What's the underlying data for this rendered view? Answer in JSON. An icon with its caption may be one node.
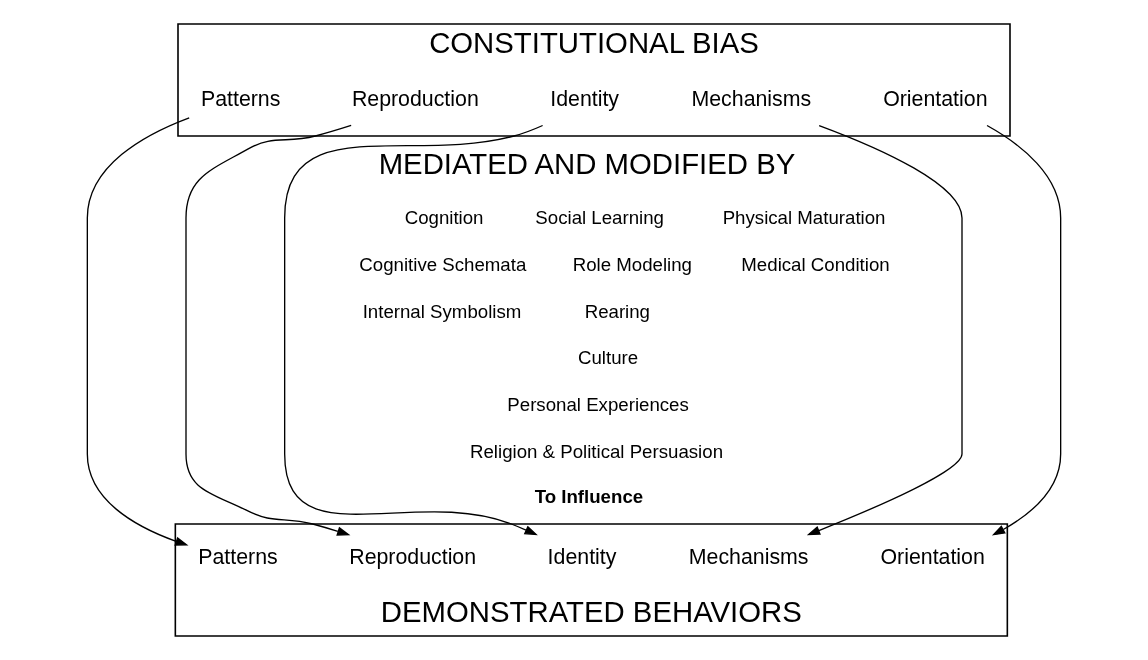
{
  "diagram": {
    "nodes": [
      {
        "text": [
          "CONSTITUTIONAL BIAS"
        ]
      },
      {
        "text": [
          "Patterns"
        ],
        "in": 0
      },
      {
        "text": [
          "Reproduction"
        ],
        "in": 0
      },
      {
        "text": [
          "Identity"
        ],
        "in": 0
      },
      {
        "text": [
          "Mechanisms"
        ],
        "in": 0
      },
      {
        "text": [
          "Orientation"
        ],
        "in": 0
      },
      {
        "text": [
          "DEMONSTRATED BEHAVIORS"
        ]
      },
      {
        "text": [
          "Patterns"
        ],
        "in": 6
      },
      {
        "text": [
          "Reproduction"
        ],
        "in": 6
      },
      {
        "text": [
          "Identity"
        ],
        "in": 6
      },
      {
        "text": [
          "Mechanisms"
        ],
        "in": 6
      },
      {
        "text": [
          "Orientation"
        ],
        "in": 6
      }
    ],
    "edges": [
      {
        "from": 1,
        "to": 7,
        "arrow": "to"
      },
      {
        "from": 2,
        "to": 8,
        "arrow": "to"
      },
      {
        "from": 3,
        "to": 9,
        "arrow": "to"
      },
      {
        "from": 4,
        "to": 10,
        "arrow": "to"
      },
      {
        "from": 5,
        "to": 11,
        "arrow": "to"
      }
    ],
    "labels": [
      "MEDIATED AND MODIFIED BY",
      "Cognition",
      "Cognitive Schemata",
      "Internal Symbolism",
      "Social Learning",
      "Role Modeling",
      "Rearing",
      "Culture",
      "Personal Experiences",
      "Religion & Political Persuasion",
      "Physical Maturation",
      "Medical Condition",
      "To Influence"
    ]
  }
}
